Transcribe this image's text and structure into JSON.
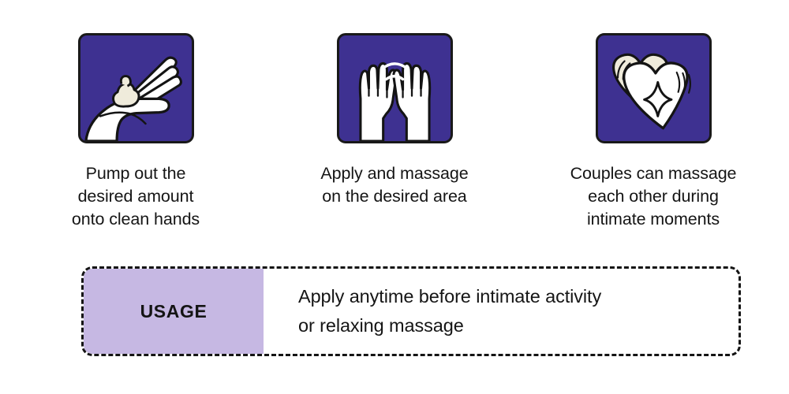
{
  "steps": [
    {
      "icon": "hand-with-lotion-icon",
      "caption": "Pump out the\ndesired amount\nonto clean hands"
    },
    {
      "icon": "two-hands-massage-icon",
      "caption": "Apply and massage\non the desired area"
    },
    {
      "icon": "two-hearts-sparkle-icon",
      "caption": "Couples can massage\neach other during\nintimate moments"
    }
  ],
  "usage": {
    "badge_label": "USAGE",
    "text": "Apply anytime before intimate activity\nor relaxing massage"
  },
  "colors": {
    "tile_purple": "#3E3191",
    "tile_outline": "#191919",
    "badge_lavender": "#C6B8E3",
    "icon_white": "#FFFFFF",
    "icon_cream": "#EFEBDB",
    "text": "#151515",
    "background": "#FFFFFF"
  }
}
